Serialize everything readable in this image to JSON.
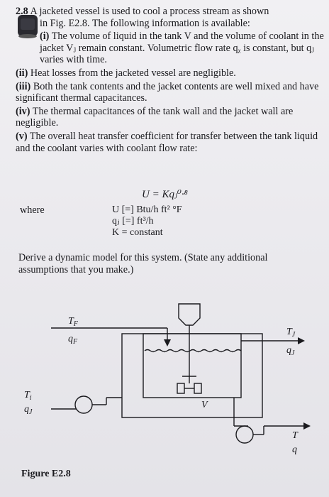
{
  "problem": {
    "number": "2.8",
    "intro_line1": "A jacketed vessel is used to cool a process stream as shown",
    "intro_line2": "in Fig. E2.8. The following information is available:",
    "items": [
      {
        "label": "(i)",
        "text": "The volume of liquid in the tank V and the volume of coolant in the jacket Vⱼ remain constant. Volumetric flow rate qᵪ is constant, but qⱼ varies with time."
      },
      {
        "label": "(ii)",
        "text": "Heat losses from the jacketed vessel are negligible."
      },
      {
        "label": "(iii)",
        "text": "Both the tank contents and the jacket contents are well mixed and have significant thermal capacitances."
      },
      {
        "label": "(iv)",
        "text": "The thermal capacitances of the tank wall and the jacket wall are negligible."
      },
      {
        "label": "(v)",
        "text": "The overall heat transfer coefficient for transfer between the tank liquid and the coolant varies with coolant flow rate:"
      }
    ],
    "formula": "U = Kqⱼ⁰·⁸",
    "where_label": "where",
    "units": [
      "U [=] Btu/h ft² °F",
      "qⱼ [=] ft³/h",
      "K = constant"
    ],
    "derive": "Derive a dynamic model for this system. (State any additional assumptions that you make.)"
  },
  "figure": {
    "caption": "Figure E2.8",
    "labels": {
      "TF": "T",
      "TF_sub": "F",
      "qF": "q",
      "qF_sub": "F",
      "TJ_out": "T",
      "TJ_out_sub": "J",
      "qJ_out": "q",
      "qJ_out_sub": "J",
      "Ti": "T",
      "Ti_sub": "i",
      "qJ_in": "q",
      "qJ_in_sub": "J",
      "V": "V",
      "T_out": "T",
      "q_out": "q"
    }
  },
  "colors": {
    "ink": "#1a1a1e",
    "paper": "#ebeaee",
    "badge": "#2a2a30"
  }
}
